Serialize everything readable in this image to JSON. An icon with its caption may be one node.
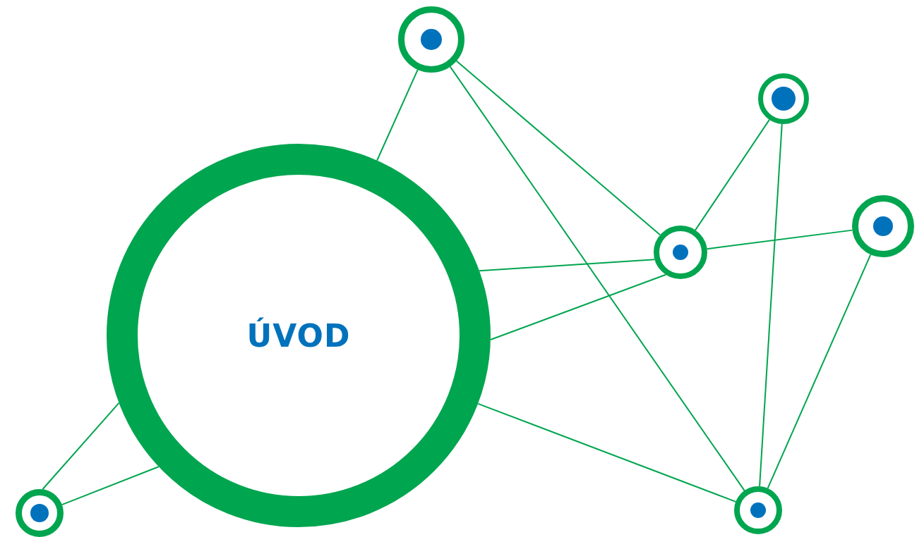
{
  "diagram": {
    "nodes": [
      {
        "text": [
          "ÚVOD"
        ]
      },
      {
        "text": [],
        "shape": "circle"
      },
      {
        "text": [],
        "shape": "circle"
      },
      {
        "text": [],
        "shape": "circle"
      },
      {
        "text": [],
        "shape": "circle"
      },
      {
        "text": [],
        "shape": "circle"
      },
      {
        "text": [],
        "shape": "circle"
      }
    ],
    "edges": [
      {
        "from": 0,
        "to": 1,
        "arrow": "none"
      },
      {
        "from": 1,
        "to": 3,
        "arrow": "none"
      },
      {
        "from": 1,
        "to": 5,
        "arrow": "none"
      },
      {
        "from": 0,
        "to": 3,
        "arrow": "none"
      },
      {
        "from": 0,
        "to": 3,
        "arrow": "none"
      },
      {
        "from": 0,
        "to": 5,
        "arrow": "none"
      },
      {
        "from": 3,
        "to": 2,
        "arrow": "none"
      },
      {
        "from": 3,
        "to": 4,
        "arrow": "none"
      },
      {
        "from": 2,
        "to": 5,
        "arrow": "none"
      },
      {
        "from": 4,
        "to": 5,
        "arrow": "none"
      },
      {
        "from": 6,
        "to": 0,
        "arrow": "none"
      },
      {
        "from": 6,
        "to": 0,
        "arrow": "none"
      }
    ]
  }
}
